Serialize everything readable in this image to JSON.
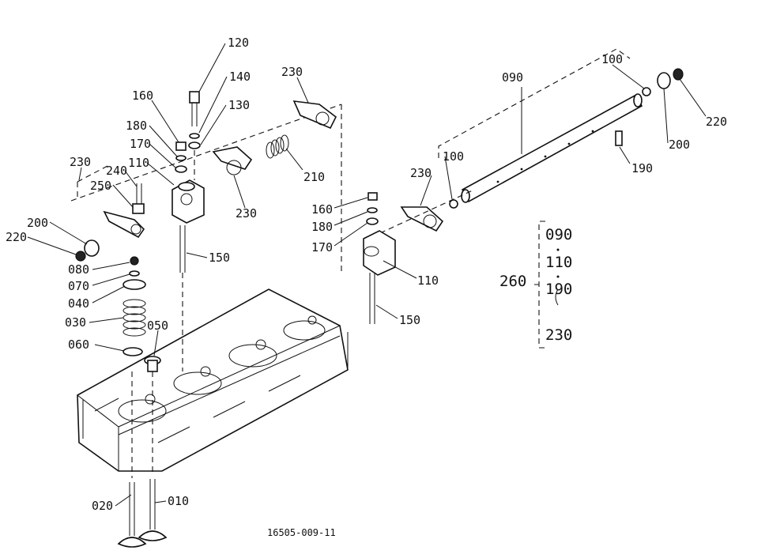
{
  "diagram": {
    "labels": {
      "p120": "120",
      "p140": "140",
      "p130": "130",
      "p160a": "160",
      "p180a": "180",
      "p170a": "170",
      "p110a": "110",
      "p230a": "230",
      "p240": "240",
      "p250": "250",
      "p200a": "200",
      "p220a": "220",
      "p080": "080",
      "p070": "070",
      "p040": "040",
      "p030": "030",
      "p060": "060",
      "p050": "050",
      "p150a": "150",
      "p230b": "230",
      "p210": "210",
      "p230c": "230",
      "p090": "090",
      "p100a": "100",
      "p200b": "200",
      "p220b": "220",
      "p190": "190",
      "p100b": "100",
      "p230d": "230",
      "p160b": "160",
      "p180b": "180",
      "p170b": "170",
      "p110b": "110",
      "p150b": "150",
      "p020": "020",
      "p010": "010"
    },
    "kit": {
      "number": "260",
      "items": [
        "090",
        "110",
        "190",
        "230"
      ]
    },
    "drawing_code": "16505-009-11"
  }
}
